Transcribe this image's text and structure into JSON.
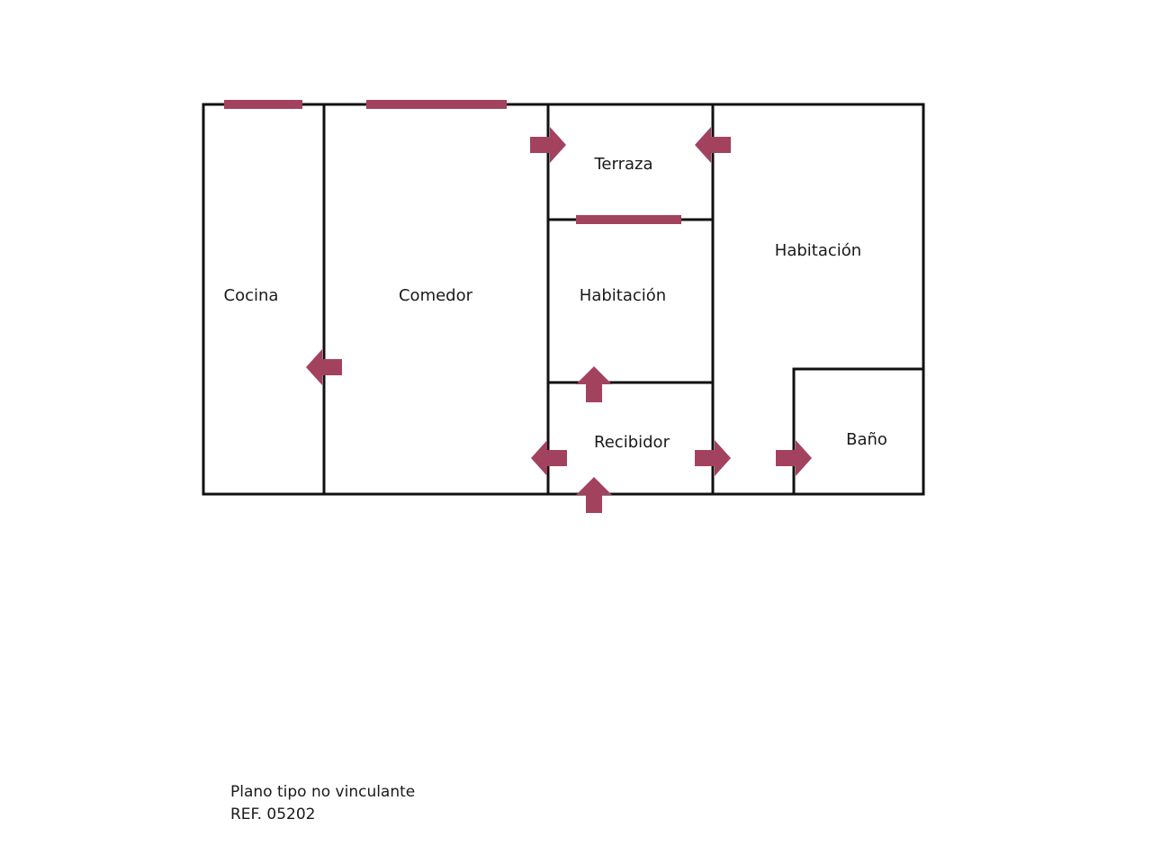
{
  "rooms": {
    "cocina": "Cocina",
    "comedor": "Comedor",
    "terraza": "Terraza",
    "habitacion_1": "Habitación",
    "habitacion_2": "Habitación",
    "recibidor": "Recibidor",
    "bano": "Baño"
  },
  "footer": {
    "line1": "Plano tipo no vinculante",
    "line2": "REF. 05202"
  },
  "colors": {
    "wall": "#111111",
    "accent": "#a3425f"
  }
}
